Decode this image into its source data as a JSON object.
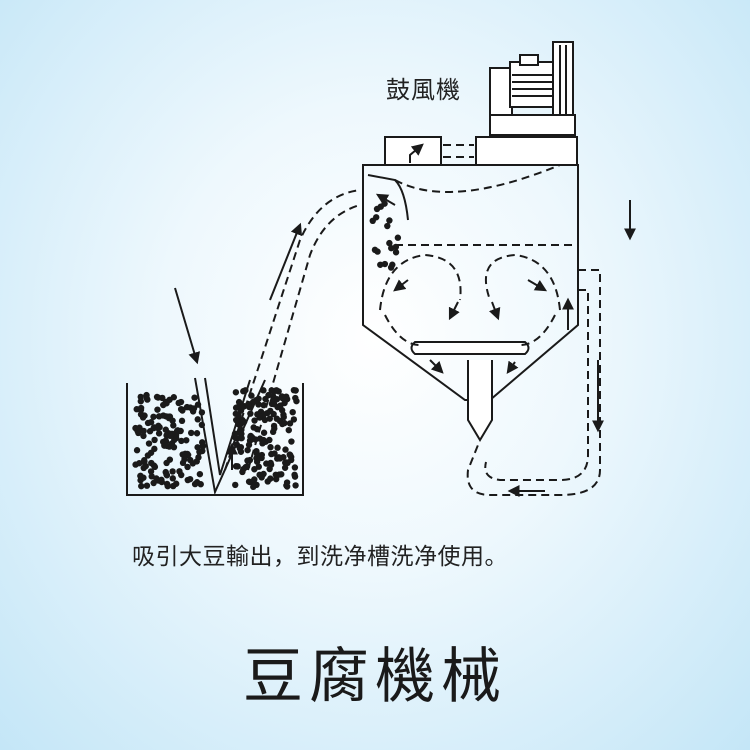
{
  "diagram": {
    "blower_label": "鼓風機",
    "caption": "吸引大豆輸出，到洗净槽洗净使用。",
    "title": "豆腐機械"
  },
  "colors": {
    "line": "#1a1a1a",
    "background_edge": "#c4e6f7"
  }
}
